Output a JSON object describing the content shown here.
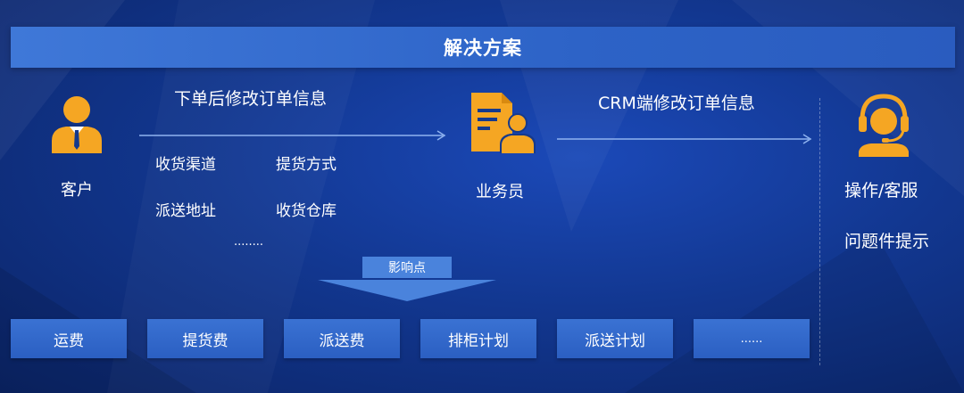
{
  "banner": {
    "title": "解决方案"
  },
  "customer": {
    "label": "客户"
  },
  "flow1": {
    "title": "下单后修改订单信息",
    "items": [
      "收货渠道",
      "提货方式",
      "派送地址",
      "收货仓库"
    ],
    "more": "........"
  },
  "salesperson": {
    "label": "业务员"
  },
  "flow2": {
    "title": "CRM端修改订单信息"
  },
  "service": {
    "label": "操作/客服",
    "subtitle": "问题件提示"
  },
  "impact": {
    "label": "影响点"
  },
  "impacts": [
    "运费",
    "提货费",
    "派送费",
    "排柜计划",
    "派送计划",
    "......"
  ],
  "colors": {
    "accent_orange": "#f5a623",
    "box_blue": "#3a72d3",
    "banner_blue": "#3f78d8"
  },
  "icons": {
    "customer": "person-suit-icon",
    "salesperson": "document-person-icon",
    "service": "headset-agent-icon"
  }
}
